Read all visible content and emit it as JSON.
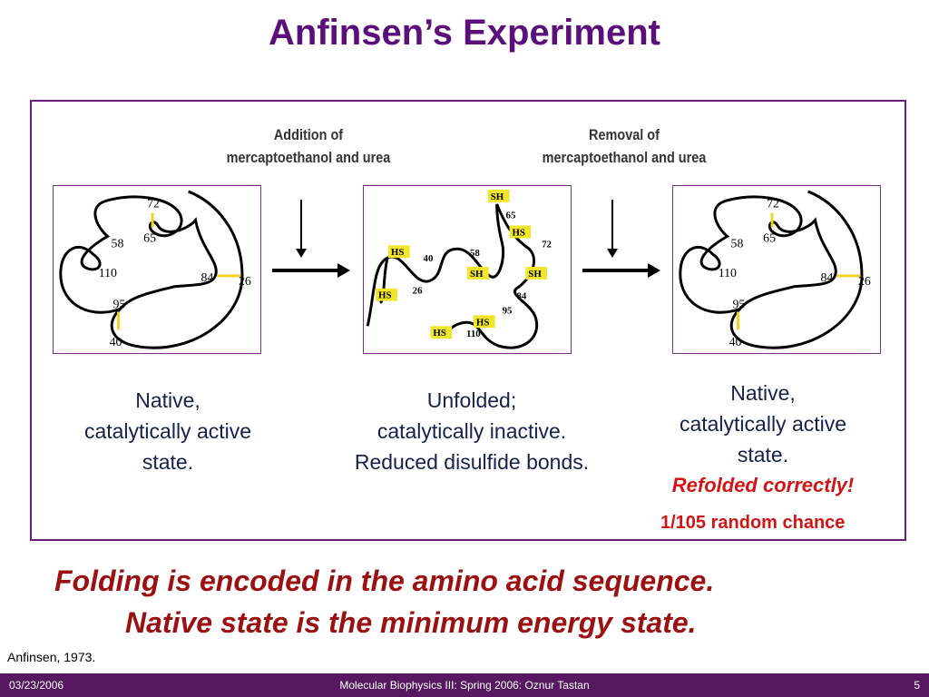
{
  "slide": {
    "title": "Anfinsen’s Experiment",
    "step1": {
      "line1": "Addition of",
      "line2": "mercaptoethanol and urea"
    },
    "step2": {
      "line1": "Removal of",
      "line2": "mercaptoethanol and urea"
    },
    "state_native": {
      "line1": "Native,",
      "line2": "catalytically active",
      "line3": "state."
    },
    "state_unfolded": {
      "line1": "Unfolded;",
      "line2": "catalytically inactive.",
      "line3": "Reduced disulfide bonds."
    },
    "state_refolded": {
      "line1": "Native,",
      "line2": "catalytically active",
      "line3": "state.",
      "emphasis": "Refolded correctly!"
    },
    "chance": "1/105 random chance",
    "conclusion": {
      "line1": "Folding is encoded in the amino acid sequence.",
      "line2": "Native state is the minimum energy state."
    },
    "citation": "Anfinsen, 1973."
  },
  "diagram": {
    "native_residues": [
      "72",
      "65",
      "58",
      "110",
      "84",
      "26",
      "95",
      "40"
    ],
    "unfolded_residues": [
      "65",
      "72",
      "40",
      "58",
      "26",
      "84",
      "95",
      "110"
    ],
    "sulfhydryl_labels": {
      "sh": "SH",
      "hs": "HS"
    },
    "colors": {
      "title": "#5b0f7a",
      "frame": "#6a1b7e",
      "disulfide": "#f2d21c",
      "emphasis": "#d11414",
      "conclusion": "#9b1010",
      "footer": "#56195f"
    }
  },
  "footer": {
    "date": "03/23/2006",
    "course": "Molecular Biophysics III: Spring 2006: Oznur Tastan",
    "page": "5"
  }
}
